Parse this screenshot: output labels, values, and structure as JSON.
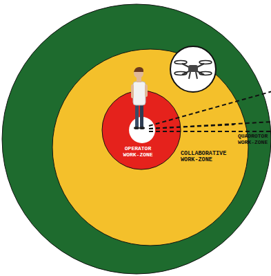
{
  "diagram": {
    "nodes": [
      {
        "text": [
          "QUADROTOR WORK-ZONE"
        ]
      },
      {
        "text": [
          "COLLABORATIVE WORK-ZONE"
        ],
        "in": 0
      },
      {
        "text": [
          "OPERATOR WORK-ZONE"
        ],
        "in": 1
      }
    ]
  }
}
